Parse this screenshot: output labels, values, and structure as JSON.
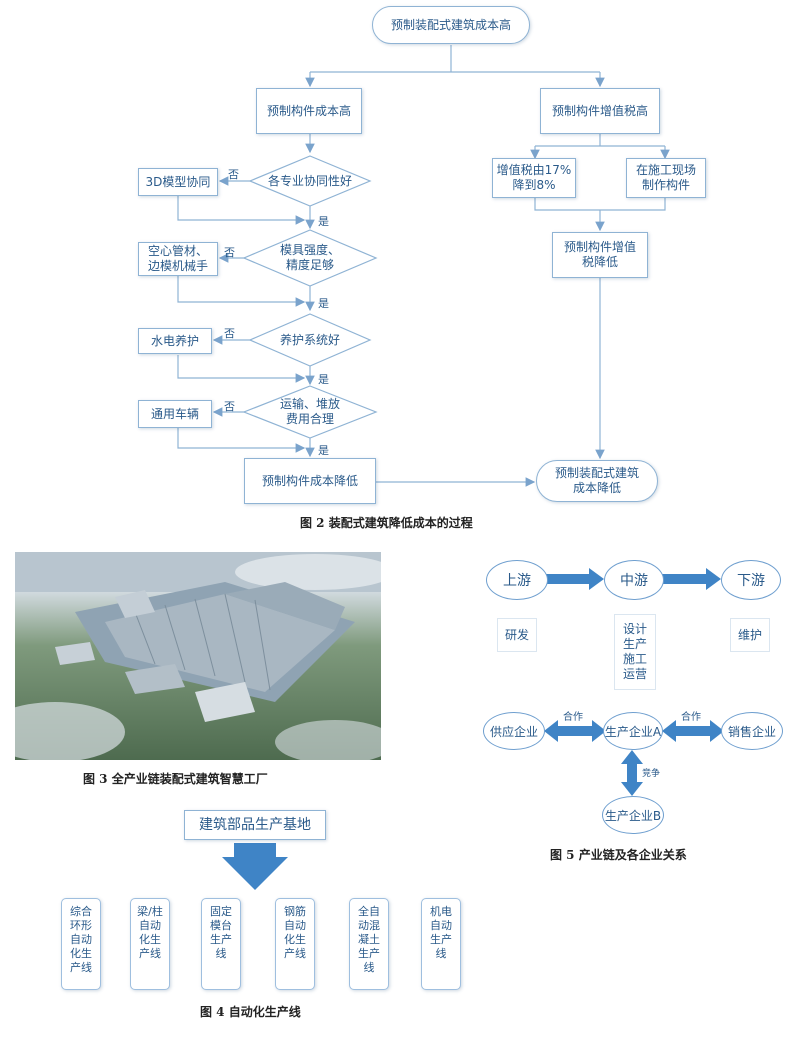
{
  "fig2": {
    "top": "预制装配式建筑成本高",
    "left_head": "预制构件成本高",
    "right_head": "预制构件增值税高",
    "d1": "各专业协同性好",
    "d2_line1": "模具强度、",
    "d2_line2": "精度足够",
    "d3": "养护系统好",
    "d4_line1": "运输、堆放",
    "d4_line2": "费用合理",
    "s1": "3D模型协同",
    "s2_line1": "空心管材、",
    "s2_line2": "边模机械手",
    "s3": "水电养护",
    "s4": "通用车辆",
    "no": "否",
    "yes": "是",
    "left_end": "预制构件成本降低",
    "r1_line1": "增值税由17%",
    "r1_line2": "降到8%",
    "r2_line1": "在施工现场",
    "r2_line2": "制作构件",
    "r3_line1": "预制构件增值",
    "r3_line2": "税降低",
    "final_line1": "预制装配式建筑",
    "final_line2": "成本降低",
    "caption": "图 2  装配式建筑降低成本的过程"
  },
  "fig3": {
    "caption": "图 3  全产业链装配式建筑智慧工厂"
  },
  "fig4": {
    "head": "建筑部品生产基地",
    "lines": [
      [
        "综合",
        "环形",
        "自动",
        "化生",
        "产线"
      ],
      [
        "梁/柱",
        "自动",
        "化生",
        "产线"
      ],
      [
        "固定",
        "模台",
        "生产",
        "线"
      ],
      [
        "钢筋",
        "自动",
        "化生",
        "产线"
      ],
      [
        "全自",
        "动混",
        "凝土",
        "生产",
        "线"
      ],
      [
        "机电",
        "自动",
        "生产",
        "线"
      ]
    ],
    "caption": "图 4  自动化生产线"
  },
  "fig5": {
    "up": "上游",
    "mid": "中游",
    "down": "下游",
    "up_desc": "研发",
    "mid_desc": [
      "设计",
      "生产",
      "施工",
      "运营"
    ],
    "down_desc": "维护",
    "supplier": "供应企业",
    "prodA": "生产企业A",
    "seller": "销售企业",
    "prodB": "生产企业B",
    "coop": "合作",
    "compete": "竞争",
    "caption": "图 5  产业链及各企业关系"
  }
}
